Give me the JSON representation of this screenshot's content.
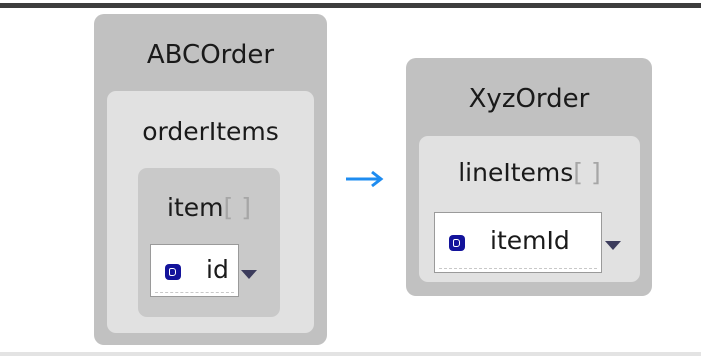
{
  "left_entity": {
    "title": "ABCOrder",
    "collection": {
      "label": "orderItems"
    },
    "element": {
      "label": "item",
      "brackets": "[ ]",
      "field": {
        "icon": "property-icon",
        "text": "id"
      }
    }
  },
  "connector": {
    "icon": "arrow-right-icon",
    "color": "#1e8cf0"
  },
  "right_entity": {
    "title": "XyzOrder",
    "collection": {
      "label": "lineItems",
      "brackets": "[ ]",
      "field": {
        "icon": "property-icon",
        "text": "itemId"
      }
    }
  }
}
